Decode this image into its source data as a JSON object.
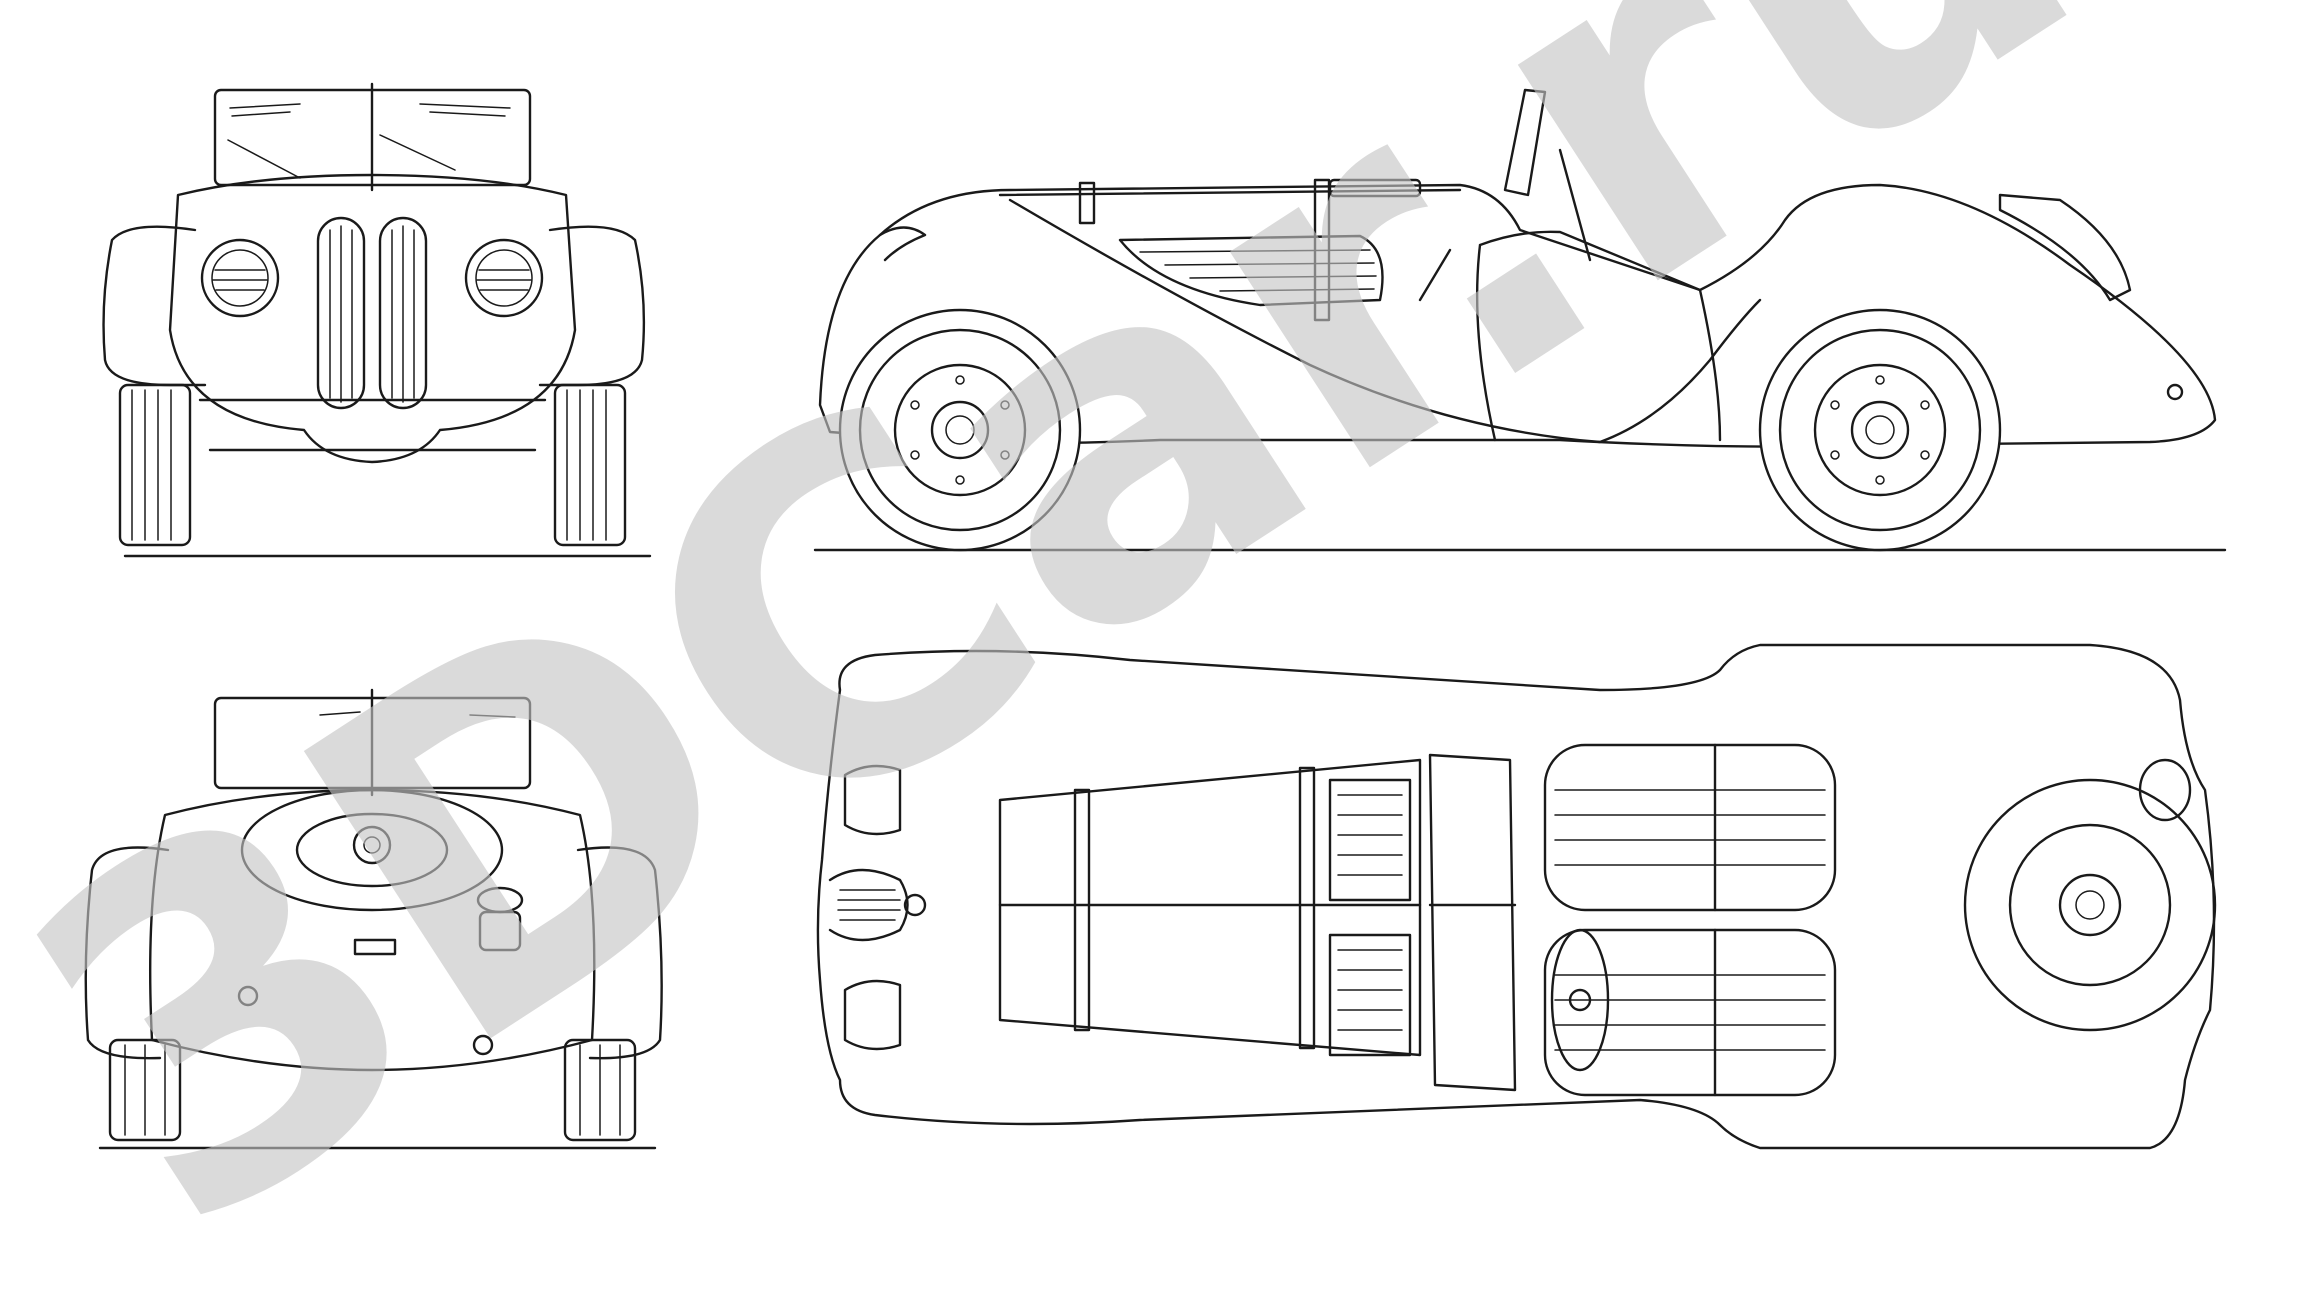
{
  "watermark": {
    "text": "3DCar.ru",
    "color": "#c4c4c4"
  },
  "line_color": "#1a1a1a",
  "background_color": "#ffffff",
  "views": [
    {
      "id": "front-view"
    },
    {
      "id": "side-view"
    },
    {
      "id": "rear-view"
    },
    {
      "id": "top-view"
    }
  ]
}
